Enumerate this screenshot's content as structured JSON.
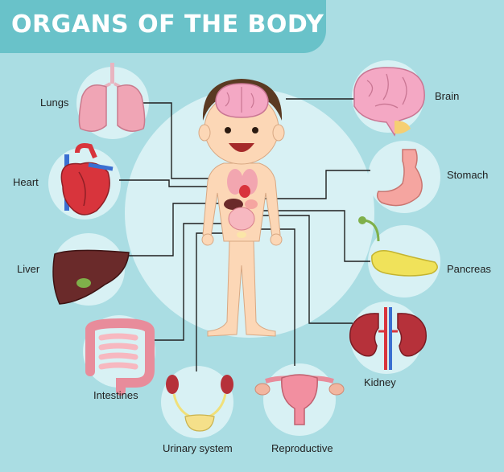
{
  "title": "ORGANS OF THE BODY",
  "labels": {
    "lungs": "Lungs",
    "heart": "Heart",
    "liver": "Liver",
    "intestines": "Intestines",
    "urinary": "Urinary system",
    "reproductive": "Reproductive",
    "brain": "Brain",
    "stomach": "Stomach",
    "pancreas": "Pancreas",
    "kidney": "Kidney"
  },
  "colors": {
    "background": "#aadde3",
    "banner": "#69c2c9",
    "circle": "#d8f1f4",
    "skin": "#fcd7b6",
    "hair": "#5a3a22",
    "brain": "#f4a8c4",
    "heart": "#d8343c",
    "liver": "#6a2a2a",
    "stomach": "#f5a5a0",
    "pancreas": "#f0e25a",
    "kidney": "#b6313a",
    "intestines": "#f7b8c0",
    "lines": "#1f1f1f"
  }
}
